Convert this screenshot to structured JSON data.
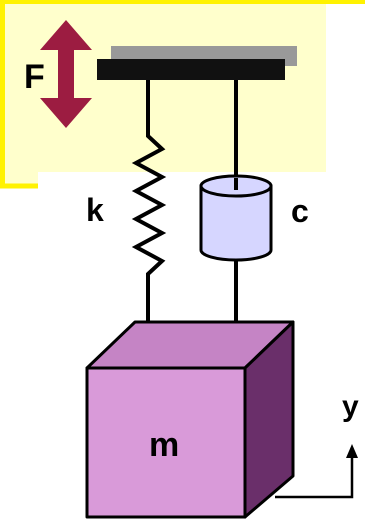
{
  "labels": {
    "force": "F",
    "spring": "k",
    "damper": "c",
    "mass": "m",
    "displacement": "y"
  },
  "colors": {
    "highlight_panel": "#ffffcc",
    "highlight_border": "#fff200",
    "force_arrow": "#9c1c41",
    "plate": "#111111",
    "plate_shadow": "#999999",
    "damper_fill": "#d6d6ff",
    "mass_front": "#d99ad9",
    "mass_top": "#c584c5",
    "mass_side": "#6a2f6a"
  }
}
